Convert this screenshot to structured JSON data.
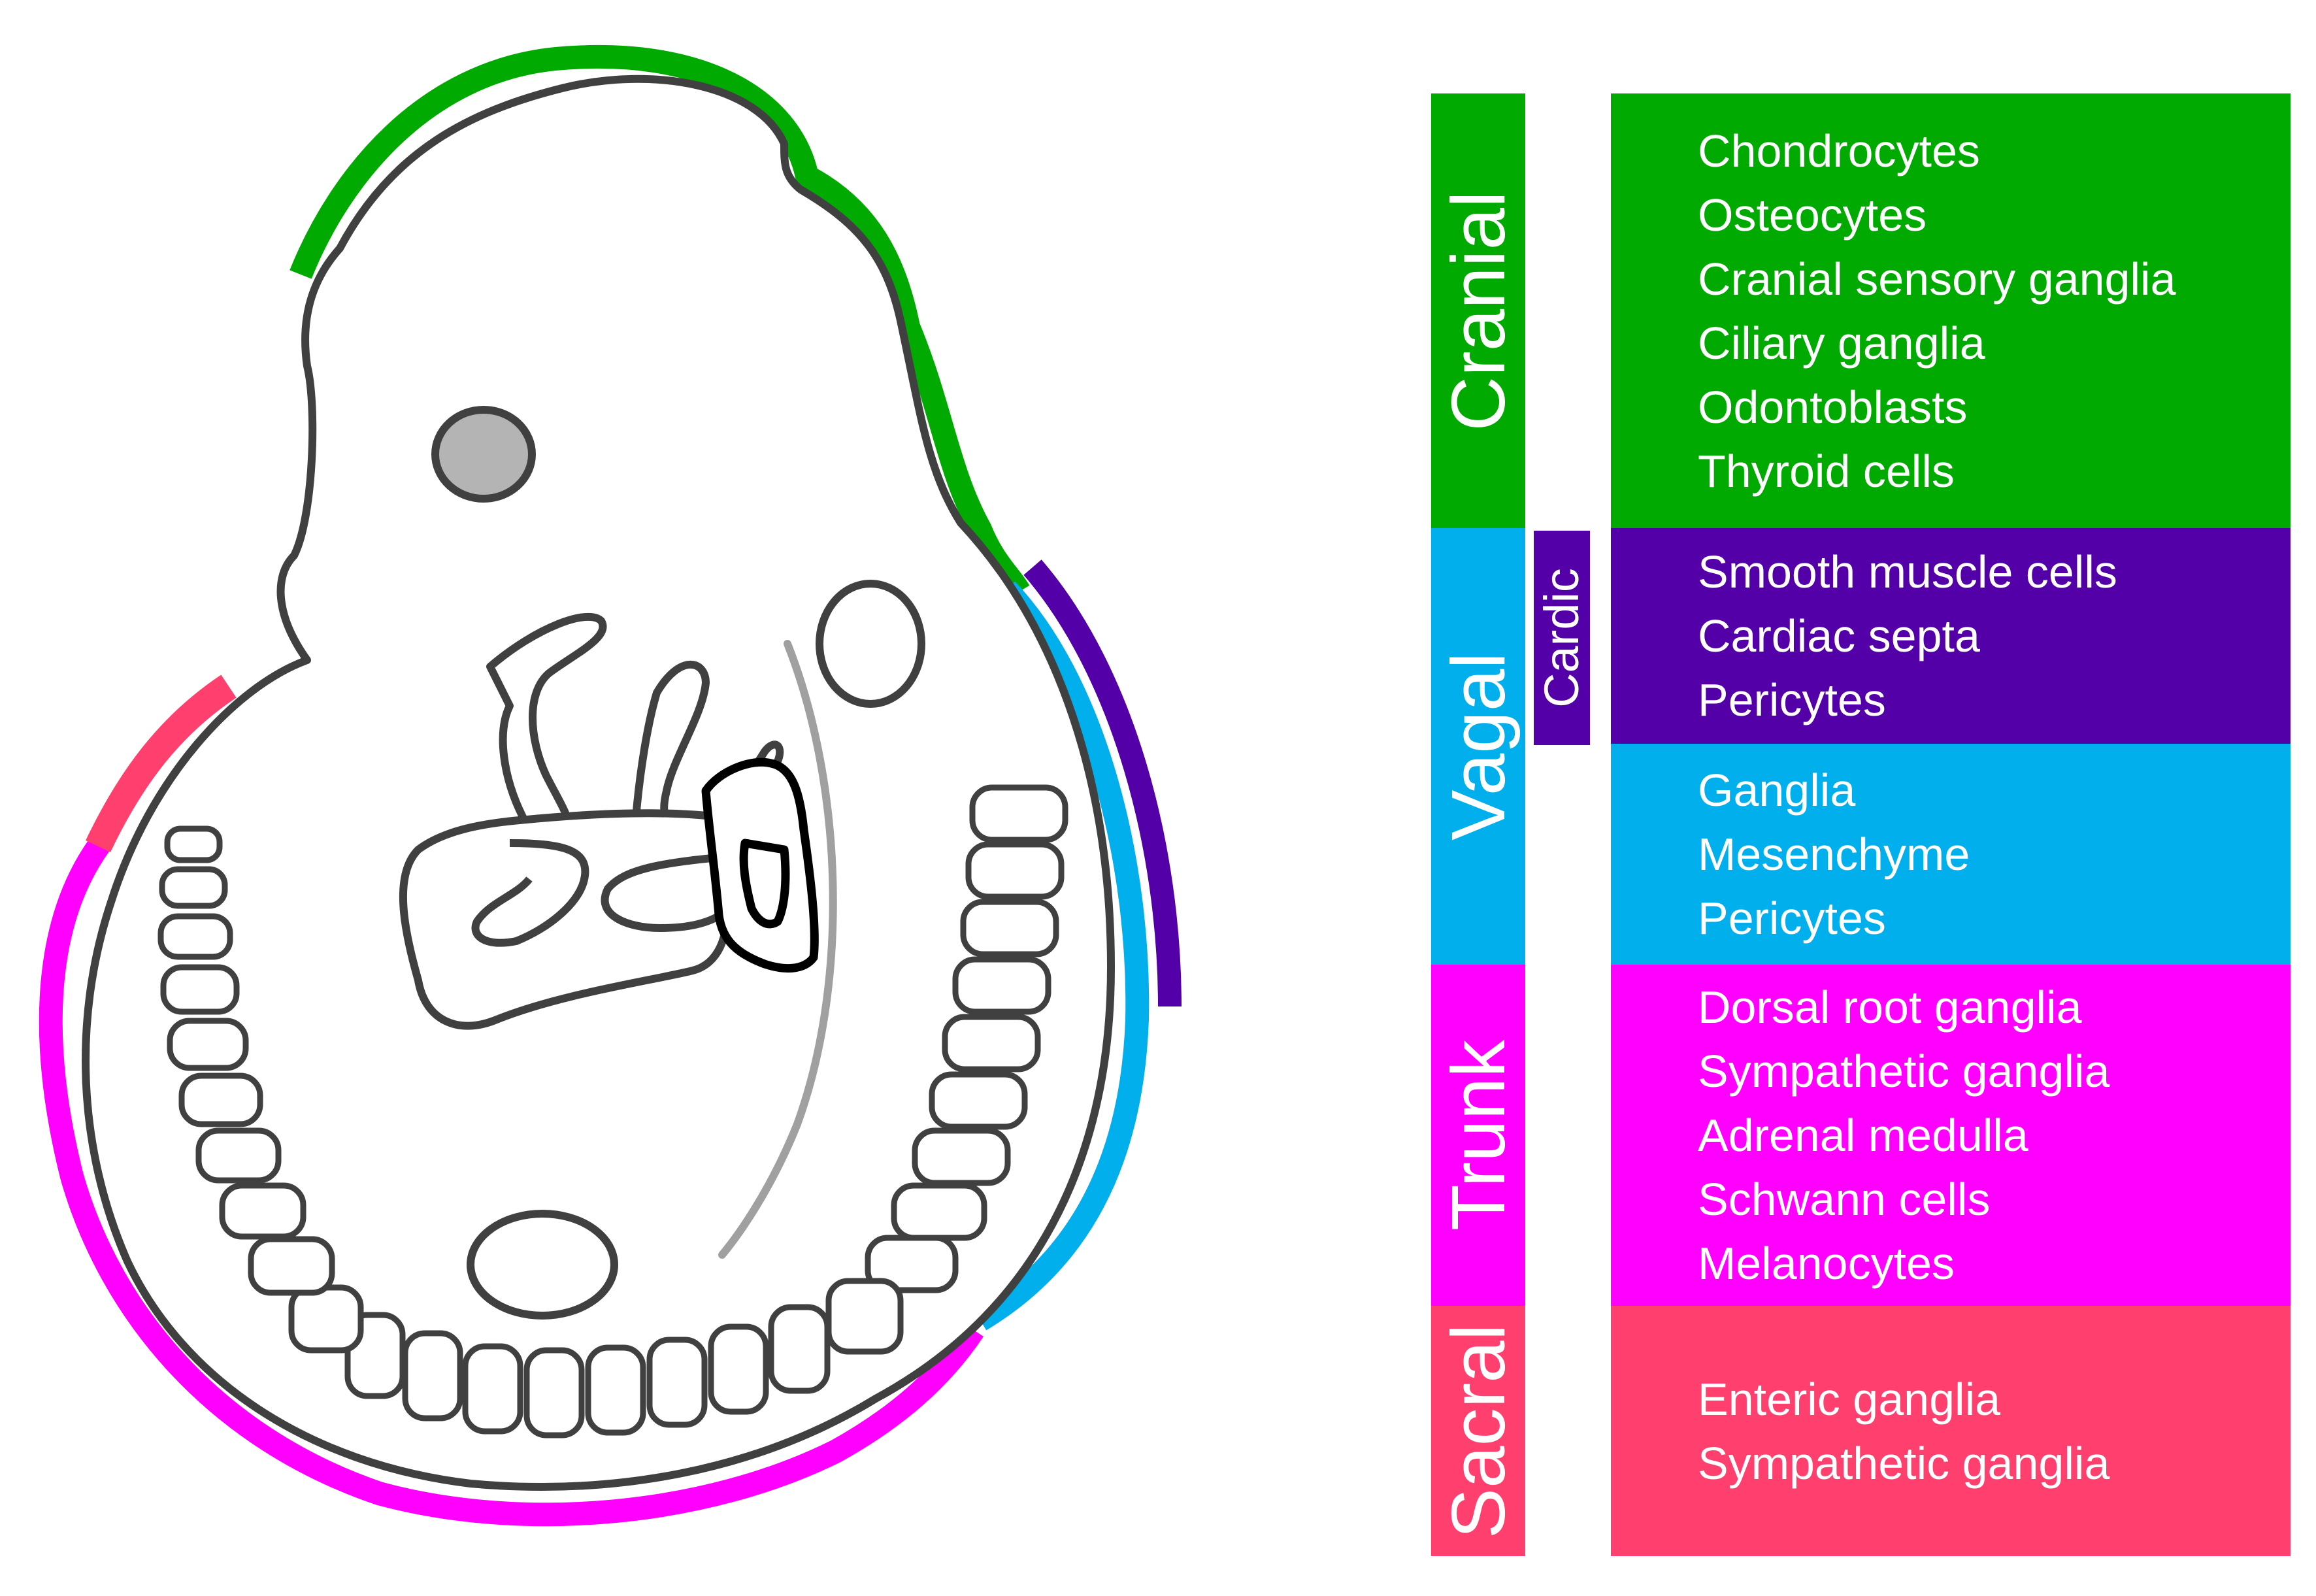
{
  "colors": {
    "cranial": "#00AA00",
    "vagal": "#00AFEB",
    "cardic": "#5300A8",
    "trunk": "#FF00FF",
    "sacral": "#FF3F6E",
    "outline": "#404040",
    "eye_fill": "#B4B4B4",
    "gut_gray": "#A0A0A0"
  },
  "regions": {
    "cranial": "Cranial",
    "cardic": "Cardic",
    "vagal": "Vagal",
    "trunk": "Trunk",
    "sacral": "Sacral"
  },
  "cell_types": {
    "cranial": [
      "Chondrocytes",
      "Osteocytes",
      "Cranial sensory ganglia",
      "Ciliary ganglia",
      "Odontoblasts",
      "Thyroid cells"
    ],
    "cardic": [
      "Smooth muscle cells",
      "Cardiac septa",
      "Pericytes"
    ],
    "vagal": [
      "Ganglia",
      "Mesenchyme",
      "Pericytes"
    ],
    "trunk": [
      "Dorsal root ganglia",
      "Sympathetic ganglia",
      "Adrenal medulla",
      "Schwann cells",
      "Melanocytes"
    ],
    "sacral": [
      "Enteric ganglia",
      "Sympathetic ganglia"
    ]
  }
}
